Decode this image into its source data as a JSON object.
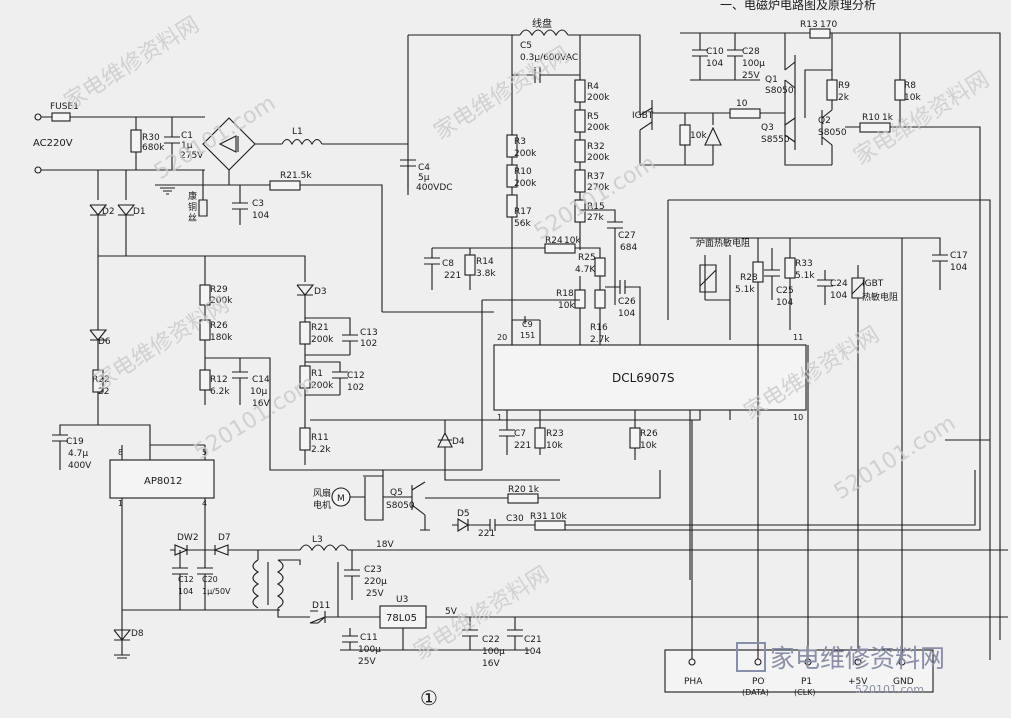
{
  "power": {
    "ac_input": "AC220V",
    "fuse": "FUSE1"
  },
  "chip": {
    "name": "DCL6907S",
    "pin1": "1",
    "pin10": "10",
    "pin11": "11",
    "pin20": "20"
  },
  "coil": "线盘",
  "regulator": {
    "name": "78L05",
    "ref": "U3",
    "out": "5V"
  },
  "aux_ic": {
    "name": "AP8012",
    "pin1": "1",
    "pin4": "4",
    "pin5": "5",
    "pin8": "8"
  },
  "labels": {
    "rail_18v": "18V",
    "thermistor_top": "炉面热敏电阻",
    "thermistor_igbt": "热敏电阻",
    "igbt": "IGBT",
    "fan1": "风扇",
    "fan2": "电机",
    "wire1": "康",
    "wire2": "铜",
    "wire3": "丝",
    "figure_no": "①",
    "header": "一、电磁炉电路图及原理分析"
  },
  "connector": {
    "pins": [
      "PHA",
      "PO",
      "P1",
      "+5V",
      "GND"
    ],
    "sub": [
      "",
      "(DATA)",
      "(CLK)",
      "",
      ""
    ]
  },
  "components": {
    "R30": [
      "R30",
      "680k"
    ],
    "C1": [
      "C1",
      "1μ",
      "275V"
    ],
    "L1": [
      "L1"
    ],
    "C4": [
      "C4",
      "5μ",
      "400VDC"
    ],
    "C5": [
      "C5",
      "0.3μ/600VAC"
    ],
    "R4": [
      "R4",
      "200k"
    ],
    "R5": [
      "R5",
      "200k"
    ],
    "R32": [
      "R32",
      "200k"
    ],
    "R37": [
      "R37",
      "270k"
    ],
    "R15": [
      "R15",
      "27k"
    ],
    "C27": [
      "C27",
      "684"
    ],
    "R3": [
      "R3",
      "200k"
    ],
    "R10a": [
      "R10",
      "200k"
    ],
    "R17": [
      "R17",
      "56k"
    ],
    "R2": [
      "R2",
      "1.5k"
    ],
    "C3": [
      "C3",
      "104"
    ],
    "C8": [
      "C8",
      "221"
    ],
    "R14": [
      "R14",
      "3.8k"
    ],
    "R24": [
      "R24",
      "10k"
    ],
    "R25": [
      "R25",
      "4.7K"
    ],
    "R18": [
      "R18",
      "10k"
    ],
    "R16": [
      "R16",
      "2.7k"
    ],
    "C26": [
      "C26",
      "104"
    ],
    "C9": [
      "C9",
      "151"
    ],
    "C10": [
      "C10",
      "104"
    ],
    "C28": [
      "C28",
      "100μ",
      "25V"
    ],
    "R13": [
      "R13",
      "170"
    ],
    "Q1": [
      "Q1",
      "S8050"
    ],
    "Q3": [
      "Q3",
      "S8550"
    ],
    "Q2": [
      "Q2",
      "S8050"
    ],
    "R9": [
      "R9",
      "2k"
    ],
    "R8": [
      "R8",
      "10k"
    ],
    "R10b": [
      "R10",
      "1k"
    ],
    "R_10": [
      "10"
    ],
    "R_10k": [
      "10k"
    ],
    "R28": [
      "R28",
      "5.1k"
    ],
    "C25": [
      "C25",
      "104"
    ],
    "R33": [
      "R33",
      "5.1k"
    ],
    "C24": [
      "C24",
      "104"
    ],
    "C17": [
      "C17",
      "104"
    ],
    "D1": [
      "D1"
    ],
    "D2": [
      "D2"
    ],
    "D3": [
      "D3"
    ],
    "D4": [
      "D4"
    ],
    "D5": [
      "D5"
    ],
    "D6": [
      "D6"
    ],
    "D7": [
      "D7"
    ],
    "D8": [
      "D8"
    ],
    "D11": [
      "D11"
    ],
    "DW2": [
      "DW2"
    ],
    "R29": [
      "R29",
      "200k"
    ],
    "R26a": [
      "R26",
      "180k"
    ],
    "R12": [
      "R12",
      "6.2k"
    ],
    "C14": [
      "C14",
      "10μ",
      "16V"
    ],
    "R21": [
      "R21",
      "200k"
    ],
    "C13": [
      "C13",
      "102"
    ],
    "R1": [
      "R1",
      "200k"
    ],
    "C12a": [
      "C12",
      "102"
    ],
    "R11": [
      "R11",
      "2.2k"
    ],
    "R22": [
      "R22",
      "22"
    ],
    "C19": [
      "C19",
      "4.7μ",
      "400V"
    ],
    "C7": [
      "C7",
      "221"
    ],
    "R23": [
      "R23",
      "10k"
    ],
    "R26b": [
      "R26",
      "10k"
    ],
    "Q5": [
      "Q5",
      "S8050"
    ],
    "R20": [
      "R20",
      "1k"
    ],
    "C30": [
      "C30",
      "221"
    ],
    "R31": [
      "R31",
      "10k"
    ],
    "L3": [
      "L3"
    ],
    "C12b": [
      "C12",
      "104"
    ],
    "C20": [
      "C20",
      "1μ/50V"
    ],
    "C23": [
      "C23",
      "220μ",
      "25V"
    ],
    "C11": [
      "C11",
      "100μ",
      "25V"
    ],
    "C22": [
      "C22",
      "100μ",
      "16V"
    ],
    "C21": [
      "C21",
      "104"
    ]
  },
  "watermark": {
    "text": "家电维修资料网",
    "url": "520101.com"
  }
}
